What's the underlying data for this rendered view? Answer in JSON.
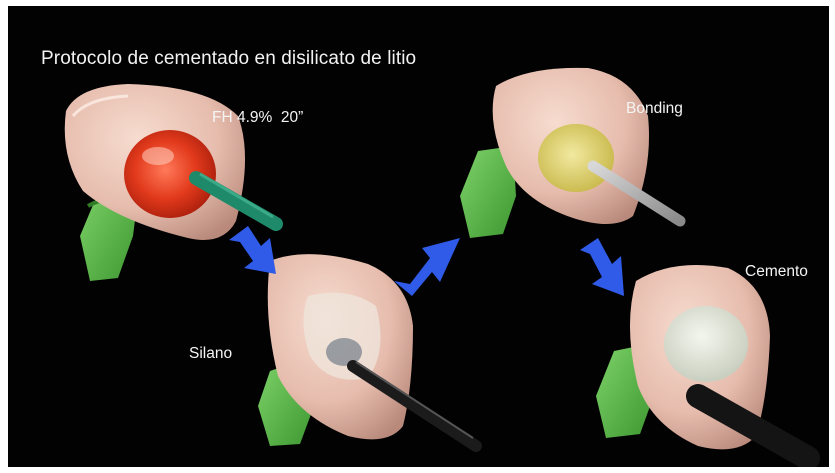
{
  "slide": {
    "title": "Protocolo de cementado en disilicato de litio",
    "steps": [
      {
        "label": "FH 4.9%  20”"
      },
      {
        "label": "Silano"
      },
      {
        "label": "Bonding"
      },
      {
        "label": "Cemento"
      }
    ]
  },
  "colors": {
    "background": "#020202",
    "arrow": "#2f5be8",
    "tooth": "#e8c2b4",
    "model_green": "#5bb84a",
    "acid_gel": "#e23a1c",
    "bonding": "#dcd06a",
    "tip_green": "#1f8a6a"
  },
  "icons": [
    "step-arrow-icon"
  ]
}
